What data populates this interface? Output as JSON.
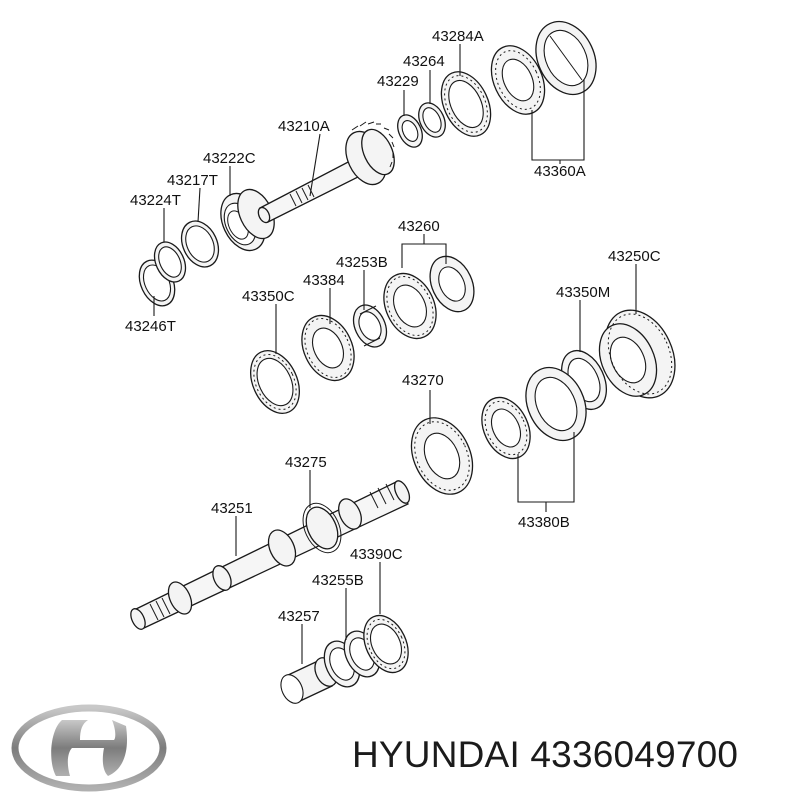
{
  "labels": {
    "p43284A": "43284A",
    "p43264": "43264",
    "p43229": "43229",
    "p43210A": "43210A",
    "p43222C": "43222C",
    "p43217T": "43217T",
    "p43224T": "43224T",
    "p43246T": "43246T",
    "p43360A": "43360A",
    "p43260": "43260",
    "p43253B": "43253B",
    "p43384": "43384",
    "p43350C": "43350C",
    "p43250C": "43250C",
    "p43350M": "43350M",
    "p43270": "43270",
    "p43275": "43275",
    "p43251": "43251",
    "p43380B": "43380B",
    "p43390C": "43390C",
    "p43255B": "43255B",
    "p43257": "43257"
  },
  "footer": {
    "brand": "HYUNDAI",
    "part_number": "4336049700"
  },
  "colors": {
    "line": "#1a1a1a",
    "fill": "#f4f4f4",
    "logo": "#8a8a8a"
  }
}
